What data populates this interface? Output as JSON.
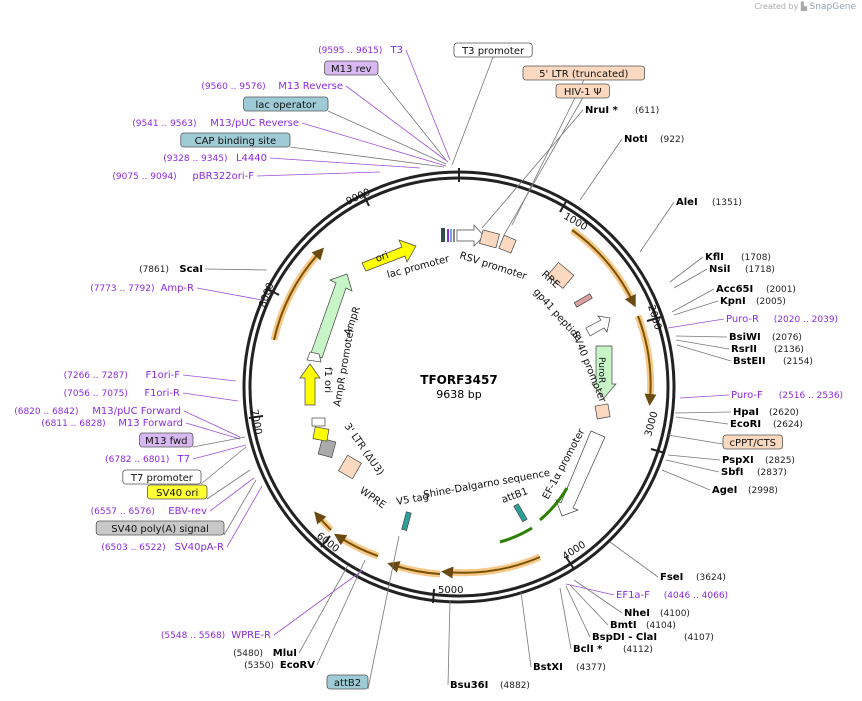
{
  "credit": {
    "prefix": "Created by",
    "brand": "SnapGene"
  },
  "plasmid": {
    "name": "TFORF3457",
    "size": "9638 bp"
  },
  "ticks": [
    "1000",
    "2000",
    "3000",
    "4000",
    "5000",
    "6000",
    "7000",
    "8000",
    "9000"
  ],
  "right_labels": [
    {
      "name": "T3 promoter",
      "pos": "",
      "kind": "box",
      "fill": "#ffffff"
    },
    {
      "name": "5' LTR (truncated)",
      "pos": "",
      "kind": "box",
      "fill": "#fbd9c0"
    },
    {
      "name": "HIV-1 Ψ",
      "pos": "",
      "kind": "box",
      "fill": "#fbd9c0"
    },
    {
      "name": "NruI *",
      "pos": "(611)",
      "kind": "enzyme"
    },
    {
      "name": "NotI",
      "pos": "(922)",
      "kind": "enzyme"
    },
    {
      "name": "AleI",
      "pos": "(1351)",
      "kind": "enzyme"
    },
    {
      "name": "KflI",
      "pos": "(1708)",
      "kind": "enzyme"
    },
    {
      "name": "NsiI",
      "pos": "(1718)",
      "kind": "enzyme"
    },
    {
      "name": "Acc65I",
      "pos": "(2001)",
      "kind": "enzyme"
    },
    {
      "name": "KpnI",
      "pos": "(2005)",
      "kind": "enzyme"
    },
    {
      "name": "Puro-R",
      "pos": "(2020 .. 2039)",
      "kind": "primer"
    },
    {
      "name": "BsiWI",
      "pos": "(2076)",
      "kind": "enzyme"
    },
    {
      "name": "RsrII",
      "pos": "(2136)",
      "kind": "enzyme"
    },
    {
      "name": "BstEII",
      "pos": "(2154)",
      "kind": "enzyme"
    },
    {
      "name": "Puro-F",
      "pos": "(2516 .. 2536)",
      "kind": "primer"
    },
    {
      "name": "HpaI",
      "pos": "(2620)",
      "kind": "enzyme"
    },
    {
      "name": "EcoRI",
      "pos": "(2624)",
      "kind": "enzyme"
    },
    {
      "name": "cPPT/CTS",
      "pos": "",
      "kind": "box",
      "fill": "#fbd9c0"
    },
    {
      "name": "PspXI",
      "pos": "(2825)",
      "kind": "enzyme"
    },
    {
      "name": "SbfI",
      "pos": "(2837)",
      "kind": "enzyme"
    },
    {
      "name": "AgeI",
      "pos": "(2998)",
      "kind": "enzyme"
    },
    {
      "name": "FseI",
      "pos": "(3624)",
      "kind": "enzyme"
    },
    {
      "name": "EF1a-F",
      "pos": "(4046 .. 4066)",
      "kind": "primer"
    },
    {
      "name": "NheI",
      "pos": "(4100)",
      "kind": "enzyme"
    },
    {
      "name": "BmtI",
      "pos": "(4104)",
      "kind": "enzyme"
    },
    {
      "name": "BspDI - ClaI",
      "pos": "(4107)",
      "kind": "enzyme"
    },
    {
      "name": "BclI *",
      "pos": "(4112)",
      "kind": "enzyme"
    },
    {
      "name": "BstXI",
      "pos": "(4377)",
      "kind": "enzyme"
    },
    {
      "name": "Bsu36I",
      "pos": "(4882)",
      "kind": "enzyme"
    }
  ],
  "left_labels": [
    {
      "name": "T3",
      "pos": "(9595 .. 9615)",
      "kind": "primer"
    },
    {
      "name": "M13 rev",
      "pos": "",
      "kind": "box",
      "fill": "#d8b8f0"
    },
    {
      "name": "M13 Reverse",
      "pos": "(9560 .. 9576)",
      "kind": "primer"
    },
    {
      "name": "lac operator",
      "pos": "",
      "kind": "box",
      "fill": "#9ecbd6"
    },
    {
      "name": "M13/pUC Reverse",
      "pos": "(9541 .. 9563)",
      "kind": "primer"
    },
    {
      "name": "CAP binding site",
      "pos": "",
      "kind": "box",
      "fill": "#9ecbd6"
    },
    {
      "name": "L4440",
      "pos": "(9328 .. 9345)",
      "kind": "primer"
    },
    {
      "name": "pBR322ori-F",
      "pos": "(9075 .. 9094)",
      "kind": "primer"
    },
    {
      "name": "ScaI",
      "pos": "(7861)",
      "kind": "enzyme"
    },
    {
      "name": "Amp-R",
      "pos": "(7773 .. 7792)",
      "kind": "primer"
    },
    {
      "name": "F1ori-F",
      "pos": "(7266 .. 7287)",
      "kind": "primer"
    },
    {
      "name": "F1ori-R",
      "pos": "(7056 .. 7075)",
      "kind": "primer"
    },
    {
      "name": "M13/pUC Forward",
      "pos": "(6820 .. 6842)",
      "kind": "primer"
    },
    {
      "name": "M13 Forward",
      "pos": "(6811 .. 6828)",
      "kind": "primer"
    },
    {
      "name": "M13 fwd",
      "pos": "",
      "kind": "box",
      "fill": "#d8b8f0"
    },
    {
      "name": "T7",
      "pos": "(6782 .. 6801)",
      "kind": "primer"
    },
    {
      "name": "T7 promoter",
      "pos": "",
      "kind": "box",
      "fill": "#ffffff"
    },
    {
      "name": "SV40 ori",
      "pos": "",
      "kind": "box",
      "fill": "#ffff33"
    },
    {
      "name": "EBV-rev",
      "pos": "(6557 .. 6576)",
      "kind": "primer"
    },
    {
      "name": "SV40 poly(A) signal",
      "pos": "",
      "kind": "box",
      "fill": "#c8c8c8"
    },
    {
      "name": "SV40pA-R",
      "pos": "(6503 .. 6522)",
      "kind": "primer"
    },
    {
      "name": "WPRE-R",
      "pos": "(5548 .. 5568)",
      "kind": "primer"
    },
    {
      "name": "MluI",
      "pos": "(5480)",
      "kind": "enzyme"
    },
    {
      "name": "EcoRV",
      "pos": "(5350)",
      "kind": "enzyme"
    },
    {
      "name": "attB2",
      "pos": "",
      "kind": "box",
      "fill": "#9ecbd6"
    }
  ],
  "inner_labels": [
    "ori",
    "lac promoter",
    "RSV promoter",
    "RRE",
    "gp41 peptide",
    "SV40 promoter",
    "PuroR",
    "EF-1α promoter",
    "attB1",
    "Shine-Dalgarno sequence",
    "V5 tag",
    "WPRE",
    "3' LTR (ΔU3)",
    "f1 ori",
    "AmpR promoter",
    "AmpR"
  ]
}
